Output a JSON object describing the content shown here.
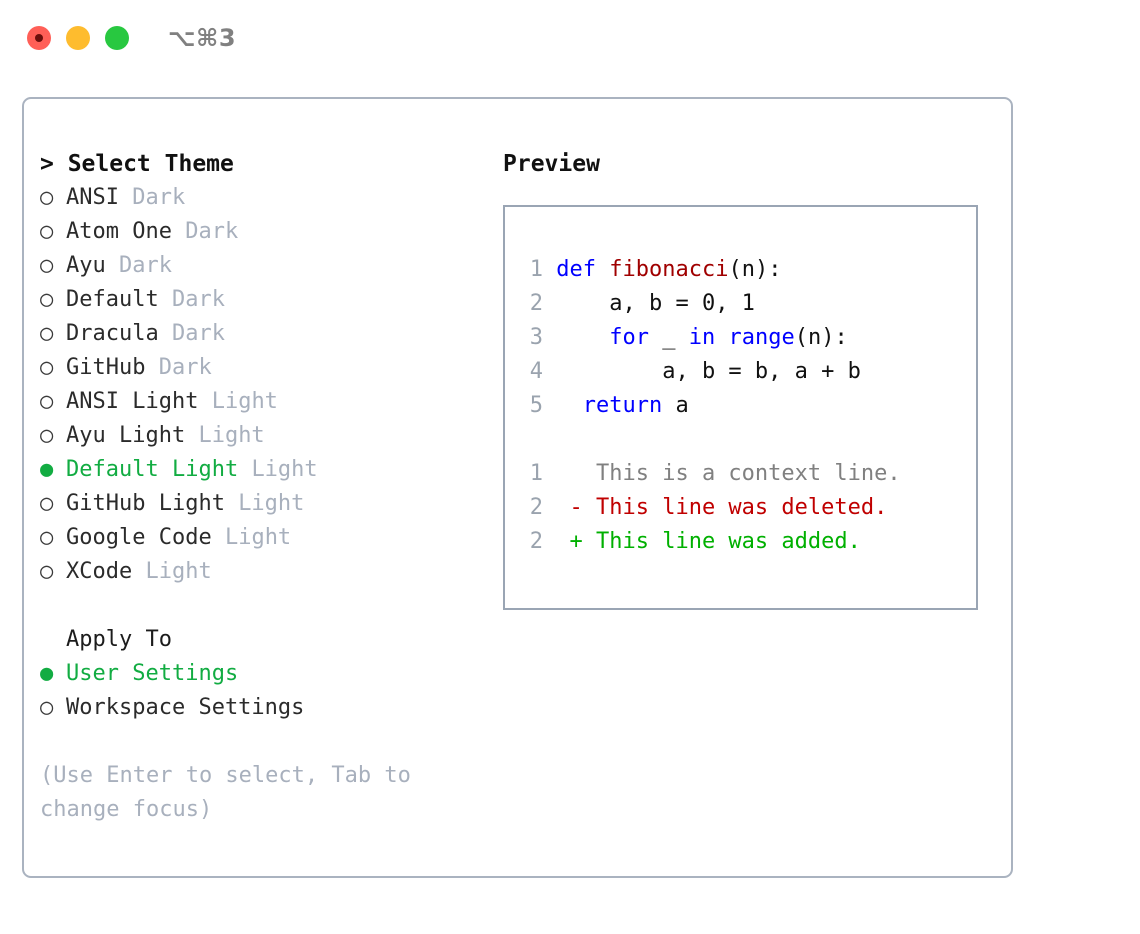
{
  "titlebar": {
    "shortcut": "⌥⌘3",
    "buttons": [
      {
        "name": "close",
        "color": "#ff5f57"
      },
      {
        "name": "minimize",
        "color": "#febc2e"
      },
      {
        "name": "zoom",
        "color": "#28c840"
      }
    ]
  },
  "theme_list": {
    "header": "> Select Theme",
    "items": [
      {
        "marker": "○",
        "name": "ANSI",
        "kind": "Dark",
        "selected": false
      },
      {
        "marker": "○",
        "name": "Atom One",
        "kind": "Dark",
        "selected": false
      },
      {
        "marker": "○",
        "name": "Ayu",
        "kind": "Dark",
        "selected": false
      },
      {
        "marker": "○",
        "name": "Default",
        "kind": "Dark",
        "selected": false
      },
      {
        "marker": "○",
        "name": "Dracula",
        "kind": "Dark",
        "selected": false
      },
      {
        "marker": "○",
        "name": "GitHub",
        "kind": "Dark",
        "selected": false
      },
      {
        "marker": "○",
        "name": "ANSI Light",
        "kind": "Light",
        "selected": false
      },
      {
        "marker": "○",
        "name": "Ayu Light",
        "kind": "Light",
        "selected": false
      },
      {
        "marker": "●",
        "name": "Default Light",
        "kind": "Light",
        "selected": true
      },
      {
        "marker": "○",
        "name": "GitHub Light",
        "kind": "Light",
        "selected": false
      },
      {
        "marker": "○",
        "name": "Google Code",
        "kind": "Light",
        "selected": false
      },
      {
        "marker": "○",
        "name": "XCode",
        "kind": "Light",
        "selected": false
      }
    ]
  },
  "apply_to": {
    "label": "Apply To",
    "items": [
      {
        "marker": "●",
        "name": "User Settings",
        "selected": true
      },
      {
        "marker": "○",
        "name": "Workspace Settings",
        "selected": false
      }
    ]
  },
  "hint": "(Use Enter to select, Tab to change focus)",
  "preview": {
    "title": "Preview",
    "code_lines": [
      {
        "num": "1",
        "tokens": [
          {
            "t": "def",
            "c": "kw"
          },
          {
            "t": " ",
            "c": "txt"
          },
          {
            "t": "fibonacci",
            "c": "fn"
          },
          {
            "t": "(n):",
            "c": "txt"
          }
        ]
      },
      {
        "num": "2",
        "tokens": [
          {
            "t": "    a, b = 0, 1",
            "c": "txt"
          }
        ]
      },
      {
        "num": "3",
        "tokens": [
          {
            "t": "    ",
            "c": "txt"
          },
          {
            "t": "for",
            "c": "kw"
          },
          {
            "t": " _ ",
            "c": "txt"
          },
          {
            "t": "in",
            "c": "kw"
          },
          {
            "t": " ",
            "c": "txt"
          },
          {
            "t": "range",
            "c": "kw"
          },
          {
            "t": "(n):",
            "c": "txt"
          }
        ]
      },
      {
        "num": "4",
        "tokens": [
          {
            "t": "        a, b = b, a + b",
            "c": "txt"
          }
        ]
      },
      {
        "num": "5",
        "tokens": [
          {
            "t": "  ",
            "c": "txt"
          },
          {
            "t": "return",
            "c": "kw"
          },
          {
            "t": " a",
            "c": "txt"
          }
        ]
      }
    ],
    "diff_lines": [
      {
        "num": "1",
        "sign": " ",
        "text": " This is a context line.",
        "c": "ctx"
      },
      {
        "num": "2",
        "sign": "-",
        "text": " This line was deleted.",
        "c": "del"
      },
      {
        "num": "2",
        "sign": "+",
        "text": " This line was added.",
        "c": "add"
      }
    ]
  },
  "colors": {
    "accent_green": "#12ac42",
    "muted": "#a8b0bd",
    "border": "#aab3c0",
    "keyword": "#0000ff",
    "function": "#a00000",
    "diff_add": "#00b000",
    "diff_del": "#c00000"
  }
}
